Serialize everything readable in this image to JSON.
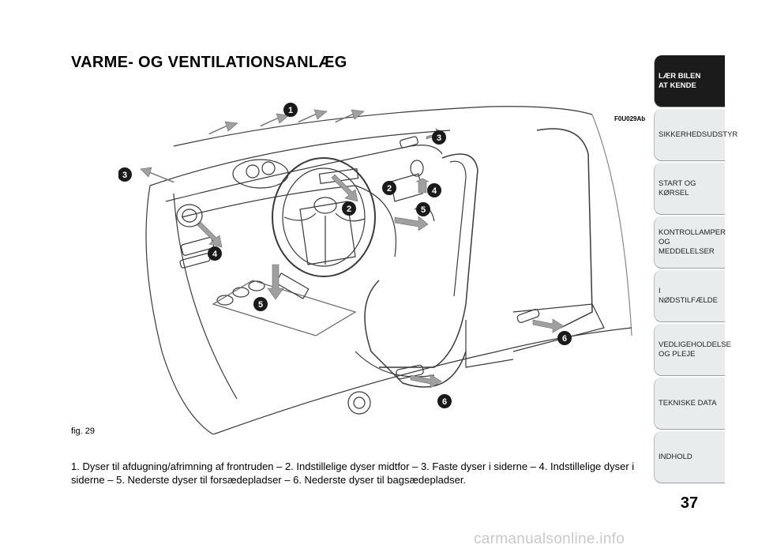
{
  "heading": "VARME- OG VENTILATIONSANLÆG",
  "figure": {
    "code": "F0U029Ab",
    "label": "fig. 29",
    "callouts": [
      "1",
      "2",
      "2",
      "3",
      "3",
      "4",
      "4",
      "5",
      "5",
      "6",
      "6"
    ]
  },
  "caption": "1. Dyser til afdugning/afrimning af frontruden – 2. Indstillelige dyser midtfor – 3. Faste dyser i siderne – 4. Indstillelige dyser i siderne – 5. Nederste dyser til forsædepladser – 6. Nederste dyser til bagsædepladser.",
  "page_number": "37",
  "footer": "carmanualsonline.info",
  "tabs": [
    {
      "label": "LÆR BILEN\nAT KENDE",
      "active": true
    },
    {
      "label": "SIKKERHEDSUDSTYR",
      "active": false
    },
    {
      "label": "START OG KØRSEL",
      "active": false
    },
    {
      "label": "KONTROLLAMPER\nOG MEDDELELSER",
      "active": false
    },
    {
      "label": "I NØDSTILFÆLDE",
      "active": false
    },
    {
      "label": "VEDLIGEHOLDELSE\nOG PLEJE",
      "active": false
    },
    {
      "label": "TEKNISKE DATA",
      "active": false
    },
    {
      "label": "INDHOLD",
      "active": false
    }
  ],
  "colors": {
    "active_tab": "#1b1b1b",
    "tab": "#e8ecec",
    "arrow": "#9a9a9a",
    "badge": "#1a1a1a"
  }
}
